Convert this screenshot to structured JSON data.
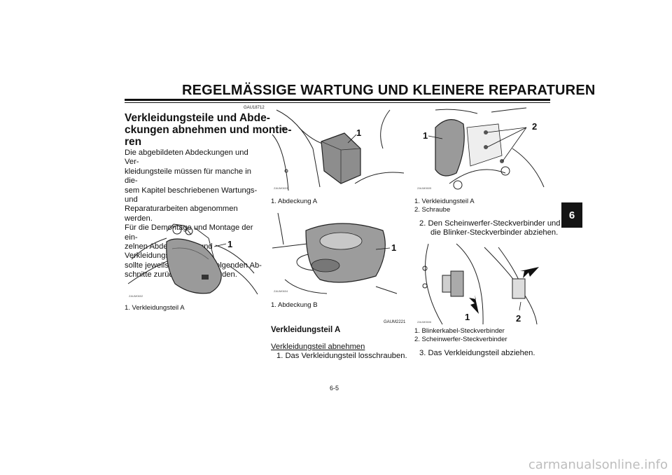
{
  "header": {
    "title": "REGELMÄSSIGE WARTUNG UND KLEINERE REPARATUREN"
  },
  "chapter_tab": "6",
  "col1": {
    "code": "GAU18712",
    "heading_lines": [
      "Verkleidungsteile und Abde-",
      "ckungen abnehmen und montie-",
      "ren"
    ],
    "body_lines": [
      "Die abgebildeten Abdeckungen und Ver-",
      "kleidungsteile müssen für manche in die-",
      "sem Kapitel beschriebenen Wartungs- und",
      "Reparaturarbeiten abgenommen werden.",
      "Für die Demontage und Montage der ein-",
      "zelnen Abdeckungen und Verkleidungsteile",
      "sollte jeweils auf die nachfolgenden Ab-",
      "schnitte zurückgegriffen werden."
    ],
    "figure": {
      "code": "ZAUM0602",
      "callout": "1",
      "caption": "1.  Verkleidungsteil A"
    }
  },
  "col2": {
    "figure1": {
      "code": "ZAUM0603",
      "callout": "1",
      "caption": "1.  Abdeckung A"
    },
    "figure2": {
      "code": "ZAUM0604",
      "callout": "1",
      "caption": "1.  Abdeckung B"
    },
    "code": "GAUM2221",
    "subheading": "Verkleidungsteil A",
    "underlined": "Verkleidungsteil abnehmen",
    "step1": "1.  Das Verkleidungsteil losschrauben."
  },
  "col3": {
    "figure1": {
      "code": "ZAUM0605",
      "callout1": "1",
      "callout2": "2",
      "captions": [
        "1.  Verkleidungsteil A",
        "2.  Schraube"
      ]
    },
    "step2_lines": [
      "2.  Den Scheinwerfer-Steckverbinder und",
      "die Blinker-Steckverbinder abziehen."
    ],
    "figure2": {
      "code": "ZAUM0606",
      "callout1": "1",
      "callout2": "2",
      "captions": [
        "1.  Blinkerkabel-Steckverbinder",
        "2.  Scheinwerfer-Steckverbinder"
      ]
    },
    "step3": "3.  Das Verkleidungsteil abziehen."
  },
  "footer": {
    "page_number": "6-5",
    "watermark": "carmanualsonline.info"
  }
}
